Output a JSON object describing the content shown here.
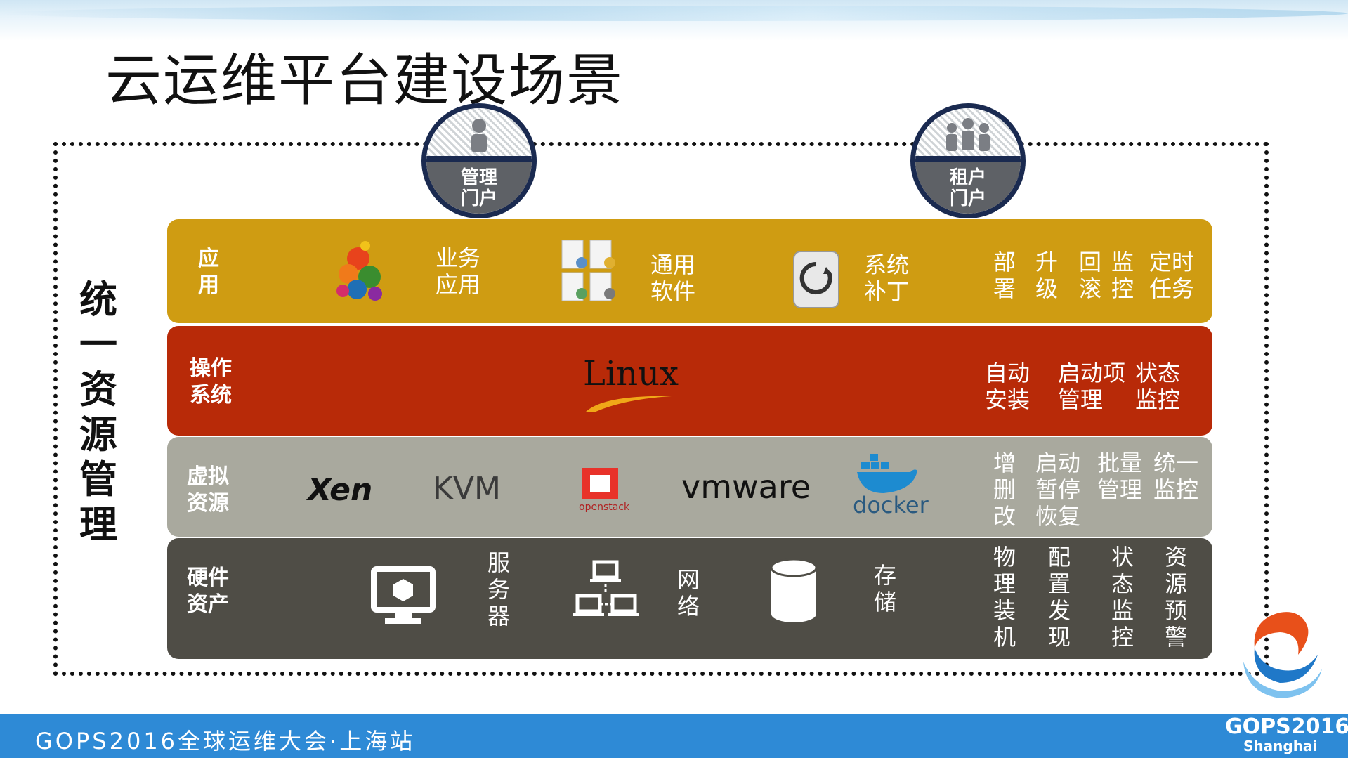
{
  "title": "云运维平台建设场景",
  "side_label": [
    "统",
    "一",
    "资",
    "源",
    "管",
    "理"
  ],
  "portals": {
    "admin": {
      "line1": "管理",
      "line2": "门户"
    },
    "tenant": {
      "line1": "租户",
      "line2": "门户"
    }
  },
  "layers": {
    "app": {
      "name": [
        "应",
        "用"
      ],
      "items": [
        {
          "icon": "business-apps-icon",
          "line1": "业务",
          "line2": "应用"
        },
        {
          "icon": "software-boxes-icon",
          "line1": "通用",
          "line2": "软件"
        },
        {
          "icon": "system-patch-icon",
          "line1": "系统",
          "line2": "补丁"
        }
      ],
      "functions": [
        {
          "chars": [
            "部",
            "署"
          ]
        },
        {
          "chars": [
            "升",
            "级"
          ]
        },
        {
          "chars": [
            "回",
            "滚"
          ]
        },
        {
          "chars": [
            "监",
            "控"
          ]
        },
        {
          "line1": "定时",
          "line2": "任务"
        }
      ]
    },
    "os": {
      "name": [
        "操作",
        "系统"
      ],
      "logo": "Linux",
      "functions": [
        {
          "line1": "自动",
          "line2": "安装"
        },
        {
          "line1": "启动项",
          "line2": "管理"
        },
        {
          "line1": "状态",
          "line2": "监控"
        }
      ]
    },
    "virt": {
      "name": [
        "虚拟",
        "资源"
      ],
      "logos": {
        "xen": "Xen",
        "kvm": "KVM",
        "openstack": "openstack",
        "vmware": "vmware",
        "docker": "docker"
      },
      "functions": [
        {
          "lines": [
            "增",
            "删",
            "改"
          ]
        },
        {
          "lines": [
            "启动",
            "暂停",
            "恢复"
          ]
        },
        {
          "lines": [
            "批量",
            "管理"
          ]
        },
        {
          "lines": [
            "统一",
            "监控"
          ]
        }
      ]
    },
    "hw": {
      "name": [
        "硬件",
        "资产"
      ],
      "items": [
        {
          "icon": "server-monitor-icon",
          "chars": [
            "服",
            "务",
            "器"
          ]
        },
        {
          "icon": "network-icon",
          "chars": [
            "网",
            "络"
          ]
        },
        {
          "icon": "storage-cylinder-icon",
          "chars": [
            "存",
            "储"
          ]
        }
      ],
      "functions": [
        {
          "chars": [
            "物",
            "理",
            "装",
            "机"
          ]
        },
        {
          "chars": [
            "配",
            "置",
            "发",
            "现"
          ]
        },
        {
          "chars": [
            "状",
            "态",
            "监",
            "控"
          ]
        },
        {
          "chars": [
            "资",
            "源",
            "预",
            "警"
          ]
        }
      ]
    }
  },
  "footer": {
    "text": "GOPS2016全球运维大会·上海站",
    "logo_main": "GOPS2016",
    "logo_sub": "Shanghai"
  },
  "colors": {
    "app": "#cf9c12",
    "os": "#b82a08",
    "virt": "#a9a99e",
    "hw": "#4f4d46",
    "footer": "#2e8ad6",
    "portal_ring": "#1a2a50"
  }
}
